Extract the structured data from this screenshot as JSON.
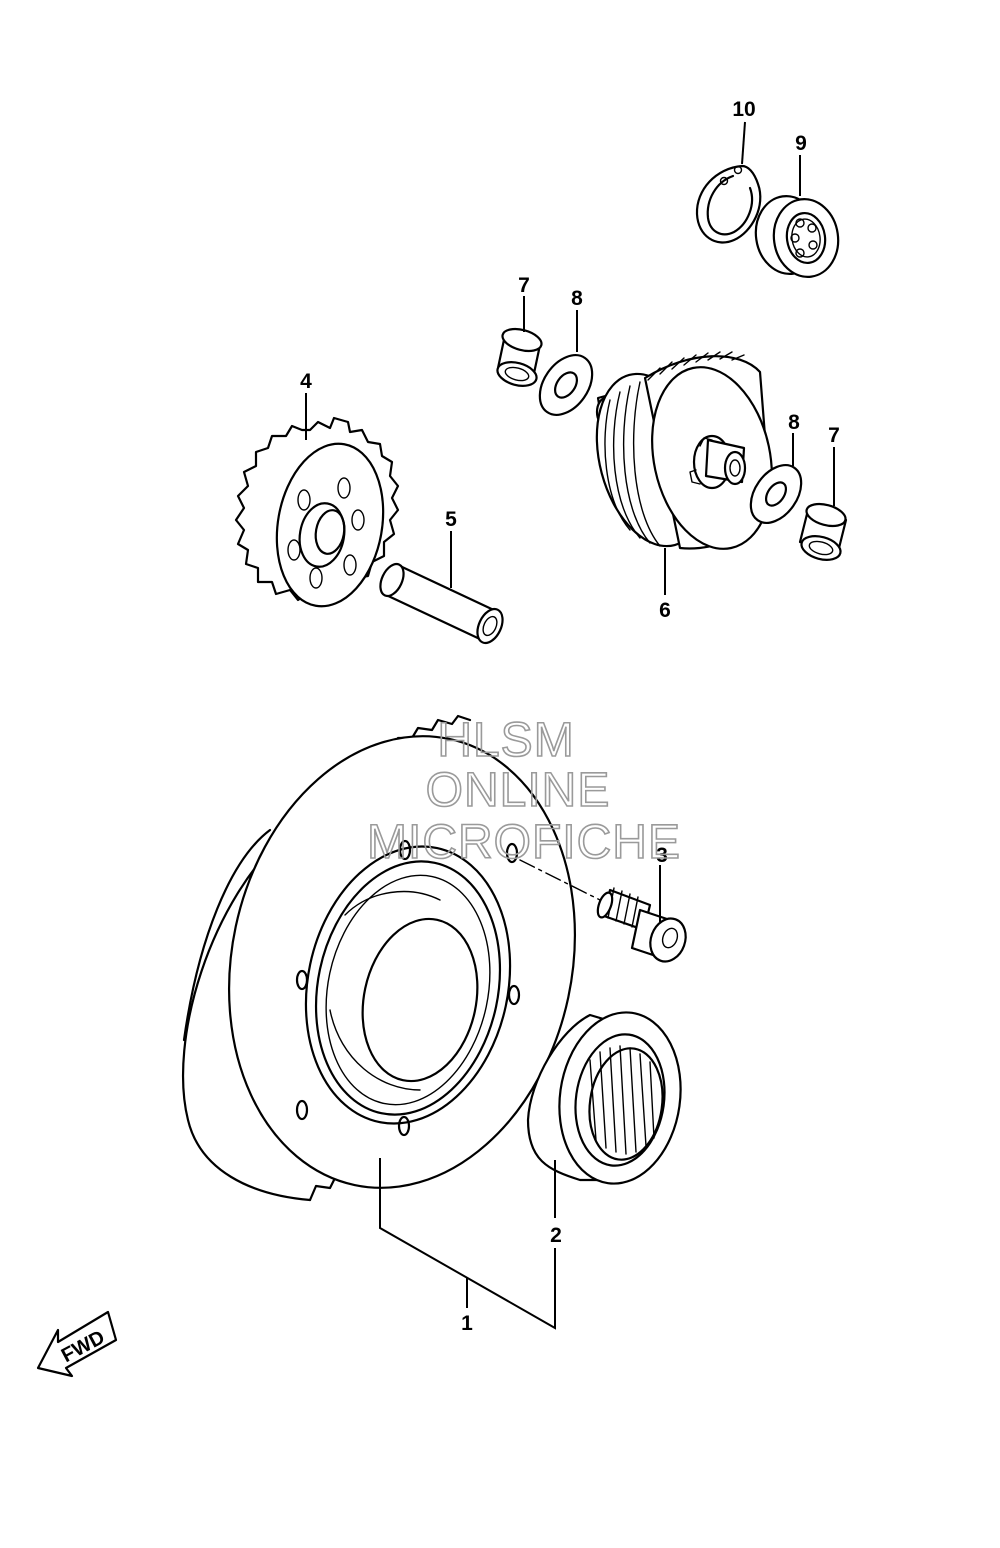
{
  "callouts": {
    "c1": "1",
    "c2": "2",
    "c3": "3",
    "c4": "4",
    "c5": "5",
    "c6": "6",
    "c7a": "7",
    "c7b": "7",
    "c8a": "8",
    "c8b": "8",
    "c9": "9",
    "c10": "10"
  },
  "watermark": {
    "line1": "HLSM",
    "line2": "ONLINE",
    "line3": "MICROFICHE"
  },
  "fwd_label": "FWD",
  "colors": {
    "ink": "#000000",
    "watermark": "#9a9a9a",
    "background": "#ffffff"
  }
}
